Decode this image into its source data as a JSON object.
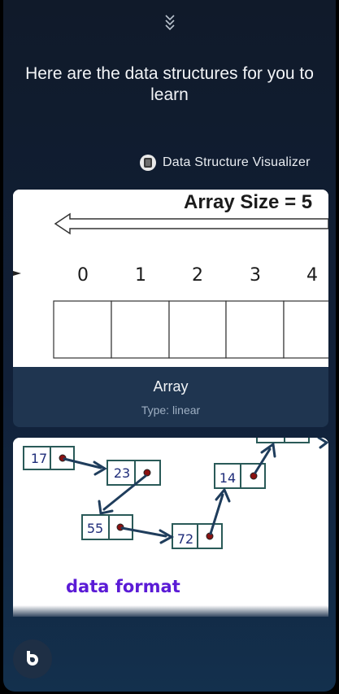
{
  "header": {
    "collapse_icon": "double-chevron-down-icon",
    "title": "Here are the data structures for you to learn"
  },
  "attribution": {
    "icon": "app-logo-icon",
    "label": "Data Structure Visualizer"
  },
  "cards": [
    {
      "title": "Array",
      "type_text": "Type: linear",
      "image": {
        "heading": "Array Size  = 5",
        "indices": [
          "0",
          "1",
          "2",
          "3",
          "4"
        ]
      }
    },
    {
      "image": {
        "caption": "data format",
        "nodes": [
          "17",
          "23",
          "55",
          "72",
          "14"
        ]
      }
    }
  ],
  "assistant": {
    "icon": "bixby-icon"
  },
  "colors": {
    "background_top": "#101a2a",
    "background_bottom": "#13304d",
    "card_footer": "#1f3550",
    "node_border": "#2a5a58",
    "arrow": "#1f3d5c",
    "node_text": "#1f2d7a",
    "caption": "#5b1bd6",
    "pointer_dot": "#8a1212"
  }
}
